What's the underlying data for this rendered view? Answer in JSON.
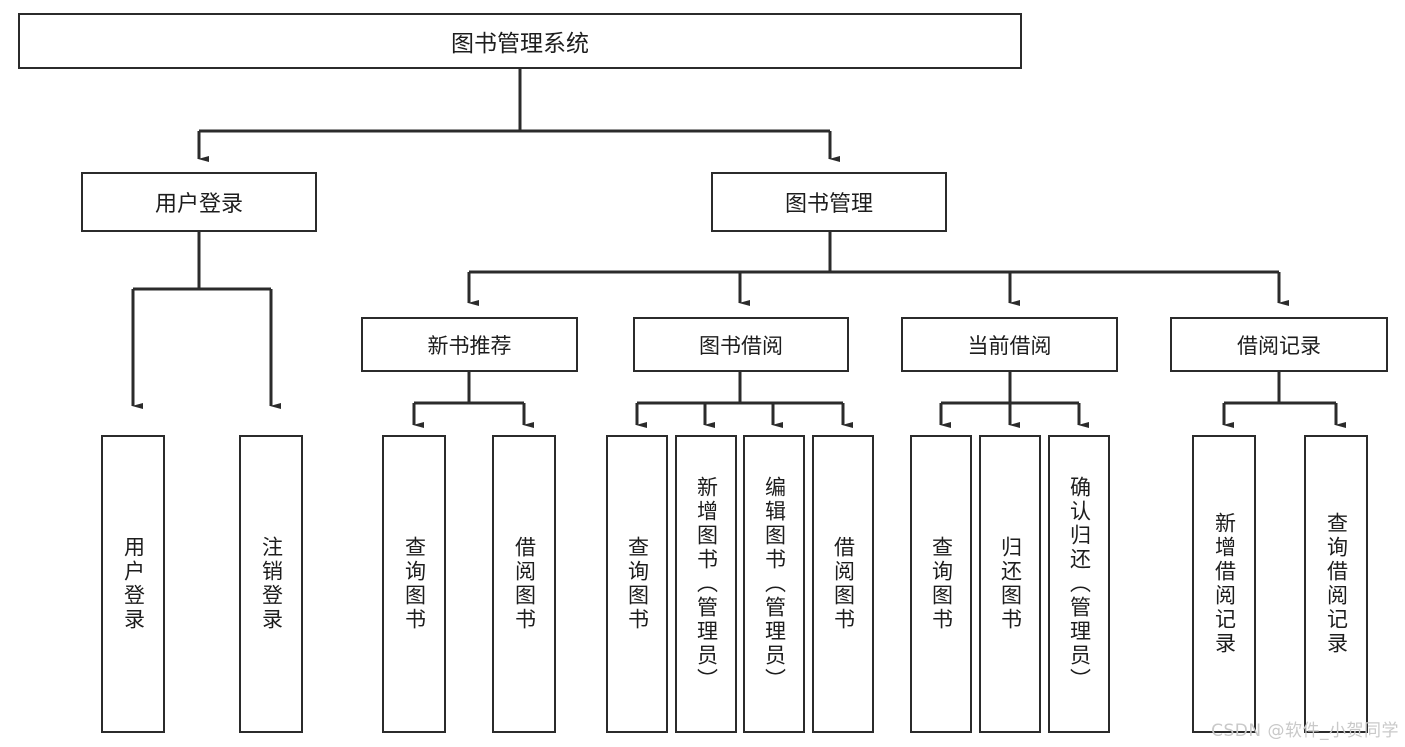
{
  "diagram": {
    "title": "图书管理系统",
    "watermark": "CSDN @软件_小贺同学",
    "colors": {
      "background": "#ffffff",
      "border": "#2b2b2b",
      "text": "#1d1d1d",
      "connector": "#2b2b2b",
      "watermark": "#c9c9c9"
    },
    "root": {
      "label": "图书管理系统"
    },
    "level2": [
      {
        "label": "用户登录"
      },
      {
        "label": "图书管理"
      }
    ],
    "level3": [
      {
        "label": "新书推荐"
      },
      {
        "label": "图书借阅"
      },
      {
        "label": "当前借阅"
      },
      {
        "label": "借阅记录"
      }
    ],
    "leaves": {
      "user_login": [
        {
          "label": "用户登录"
        },
        {
          "label": "注销登录"
        }
      ],
      "new_book_recommend": [
        {
          "label": "查询图书"
        },
        {
          "label": "借阅图书"
        }
      ],
      "book_borrow": [
        {
          "label": "查询图书"
        },
        {
          "label": "新增图书（管理员）"
        },
        {
          "label": "编辑图书（管理员）"
        },
        {
          "label": "借阅图书"
        }
      ],
      "current_borrow": [
        {
          "label": "查询图书"
        },
        {
          "label": "归还图书"
        },
        {
          "label": "确认归还（管理员）"
        }
      ],
      "borrow_record": [
        {
          "label": "新增借阅记录"
        },
        {
          "label": "查询借阅记录"
        }
      ]
    }
  }
}
